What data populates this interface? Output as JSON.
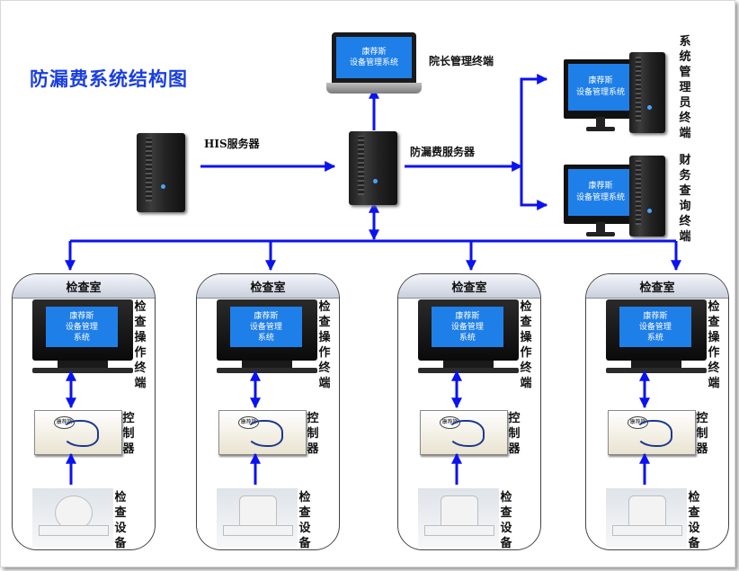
{
  "title": "防漏费系统结构图",
  "software_screen": [
    "康荐斯",
    "设备管理系统"
  ],
  "terminal_screen": [
    "康荐斯",
    "设备管理",
    "系统"
  ],
  "nodes": {
    "president_terminal": "院长管理终端",
    "his_server": "HIS服务器",
    "billing_server": "防漏费服务器",
    "sysadmin_terminal": "系统管理员终端",
    "finance_terminal": "财务查询终端"
  },
  "rooms": [
    {
      "header": "检查室",
      "terminal": "检查操作终端",
      "controller": "控制器",
      "equipment": "检查设备",
      "controller_tag": "康荐斯"
    },
    {
      "header": "检查室",
      "terminal": "检查操作终端",
      "controller": "控制器",
      "equipment": "检查设备",
      "controller_tag": "康荐斯"
    },
    {
      "header": "检查室",
      "terminal": "检查操作终端",
      "controller": "控制器",
      "equipment": "检查设备",
      "controller_tag": "康荐斯"
    },
    {
      "header": "检查室",
      "terminal": "检查操作终端",
      "controller": "控制器",
      "equipment": "检查设备",
      "controller_tag": "康荐斯"
    }
  ],
  "colors": {
    "accent": "#1a3fe0",
    "arrow": "#0b12f0",
    "screen": "#1f7fe8"
  }
}
